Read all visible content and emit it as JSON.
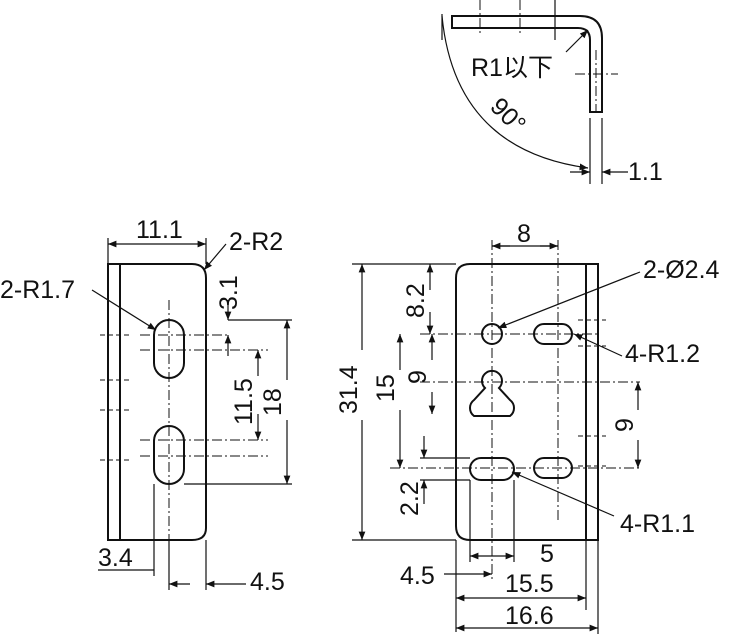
{
  "top_view": {
    "bend_radius_label": "R1以下",
    "angle_label": "90°",
    "thickness_label": "1.1"
  },
  "left_view": {
    "width_label": "11.1",
    "corner_radius_label": "2-R2",
    "slot_radius_label": "2-R1.7",
    "offset_top_label": "3.1",
    "slot_pitch_label": "11.5",
    "slot_span_label": "18",
    "edge_offset_label": "3.4",
    "bottom_width_label": "4.5"
  },
  "right_view": {
    "hole_spacing_label": "8",
    "round_hole_label": "2-Ø2.4",
    "top_hole_offset_label": "8.2",
    "slot_radius_top_label": "4-R1.2",
    "overall_height_label": "31.4",
    "inner_span_label": "15",
    "vertical_pitch_label": "9",
    "right_pitch_label": "9",
    "small_offset_label": "2.2",
    "slot_radius_bottom_label": "4-R1.1",
    "slot_width_label": "5",
    "left_offset_label": "4.5",
    "mid_width_label": "15.5",
    "overall_width_label": "16.6"
  }
}
